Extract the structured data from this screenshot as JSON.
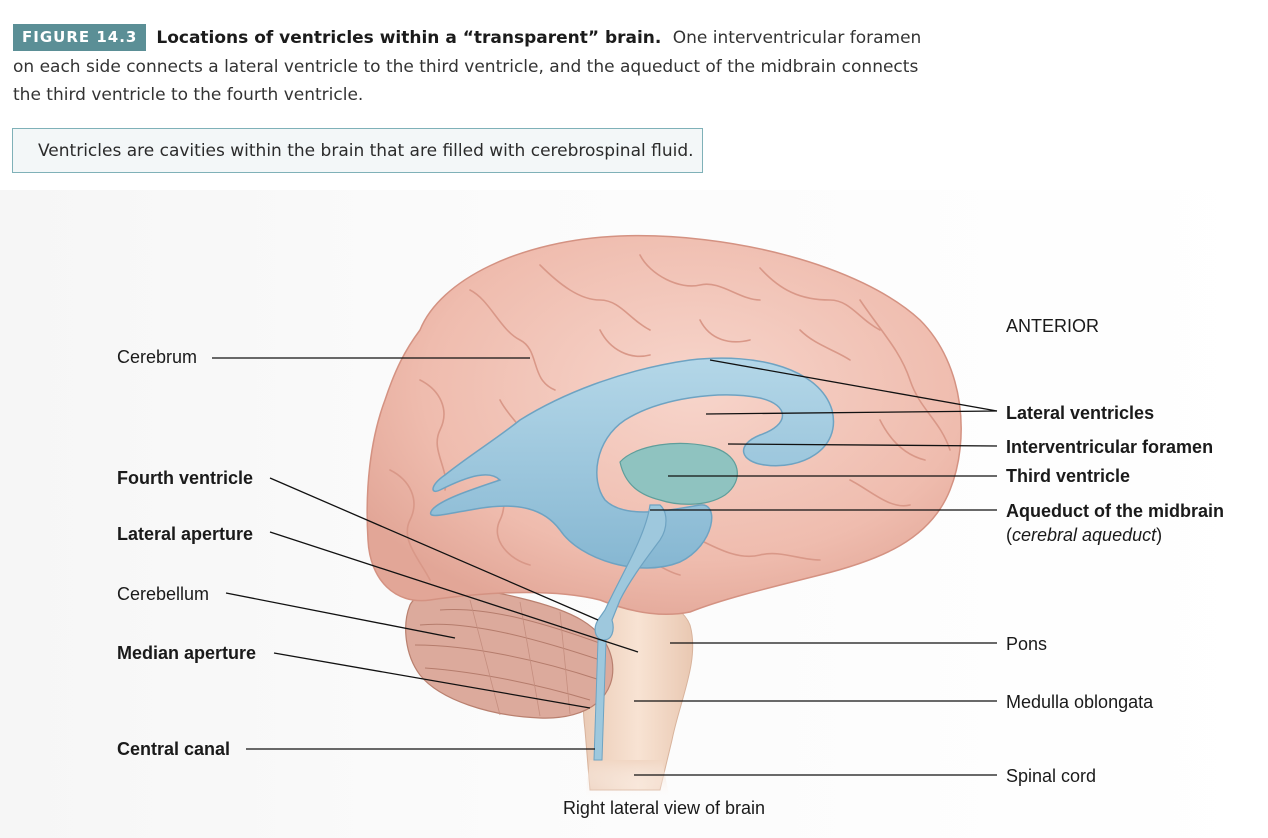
{
  "caption": {
    "figure_number": "FIGURE 14.3",
    "title": "Locations of ventricles within a “transparent” brain.",
    "text": "One interventricular foramen on each side connects a lateral ventricle to the third ventricle, and the aqueduct of the midbrain connects the third ventricle to the fourth ventricle."
  },
  "note": "Ventricles are cavities within the brain that are filled with cerebrospinal fluid.",
  "diagram": {
    "orientation": "ANTERIOR",
    "view_label": "Right lateral view of brain",
    "labels_left": {
      "cerebrum": "Cerebrum",
      "fourth_ventricle": "Fourth ventricle",
      "lateral_aperture": "Lateral aperture",
      "cerebellum": "Cerebellum",
      "median_aperture": "Median aperture",
      "central_canal": "Central canal"
    },
    "labels_right": {
      "lateral_ventricles": "Lateral ventricles",
      "interventricular_foramen": "Interventricular foramen",
      "third_ventricle": "Third ventricle",
      "aqueduct": "Aqueduct of the midbrain",
      "aqueduct_alt_open": "(",
      "aqueduct_alt": "cerebral aqueduct",
      "aqueduct_alt_close": ")",
      "pons": "Pons",
      "medulla": "Medulla oblongata",
      "spinal_cord": "Spinal cord"
    },
    "colors": {
      "brain": "#f1c3b6",
      "brain_dark": "#d99a8c",
      "ventricle": "#9ec8dd",
      "ventricle_dark": "#6ea3c2",
      "third_ventricle": "#8fc3c0",
      "cerebellum": "#d9a597",
      "brainstem": "#f4d9c6",
      "badge": "#5b8f96"
    }
  }
}
